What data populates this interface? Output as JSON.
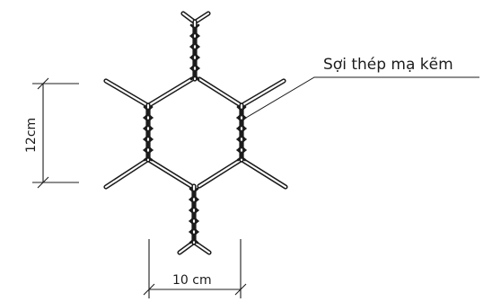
{
  "labels": {
    "wire_material": "Sợi thép mạ kẽm",
    "height_dimension": "12cm",
    "width_dimension": "10 cm"
  }
}
